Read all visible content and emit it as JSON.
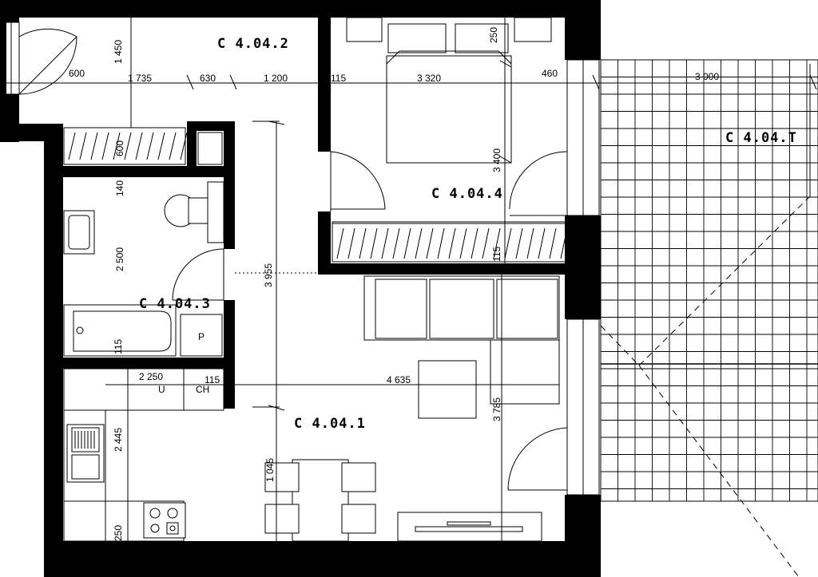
{
  "rooms": {
    "hall": "C 4.04.2",
    "bedroom": "C 4.04.4",
    "bathroom": "C 4.04.3",
    "living": "C 4.04.1",
    "terrace": "C 4.04.T"
  },
  "dimensions": {
    "d1450": "1 450",
    "d600": "600",
    "d1735": "1 735",
    "d630": "630",
    "d1200": "1 200",
    "d115a": "115",
    "d3320": "3 320",
    "d460": "460",
    "d3000": "3 000",
    "d250a": "250",
    "d3400": "3 400",
    "d600b": "600",
    "d140": "140",
    "d2500": "2 500",
    "d3955": "3 955",
    "d115b": "115",
    "d115c": "115",
    "d2250": "2 250",
    "d115d": "115",
    "d4635": "4 635",
    "d3785": "3 785",
    "d2445": "2 445",
    "d1045": "1 045",
    "d250b": "250"
  },
  "fixtures": {
    "washer": "U",
    "fridge": "CH",
    "boiler": "P"
  }
}
